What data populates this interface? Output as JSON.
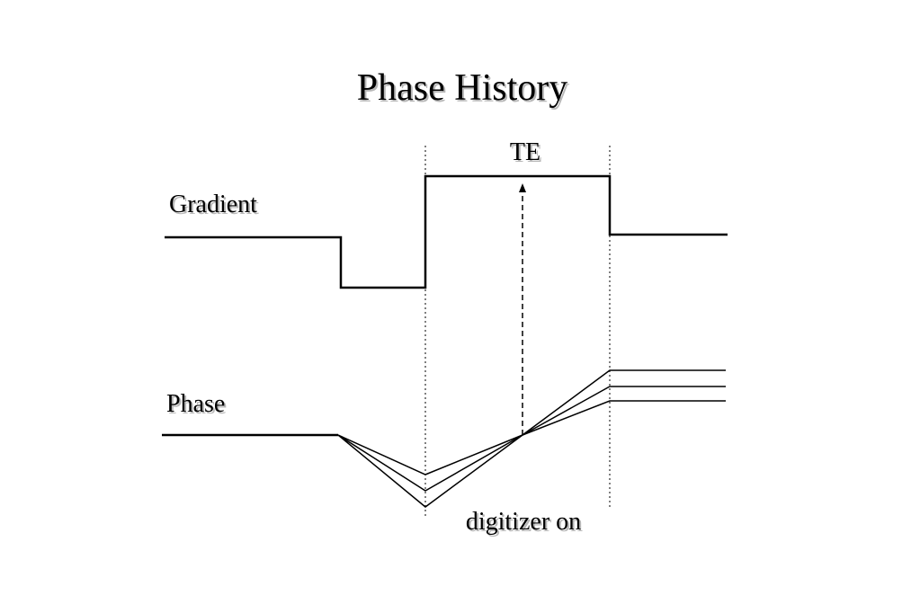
{
  "slide": {
    "title": "Phase History"
  },
  "diagram": {
    "gradient_label": "Gradient",
    "phase_label": "Phase",
    "te_label": "TE",
    "digitizer_label": "digitizer on"
  },
  "colors": {
    "line": "#000000",
    "shadow": "#b8b8b8",
    "background": "#ffffff"
  }
}
